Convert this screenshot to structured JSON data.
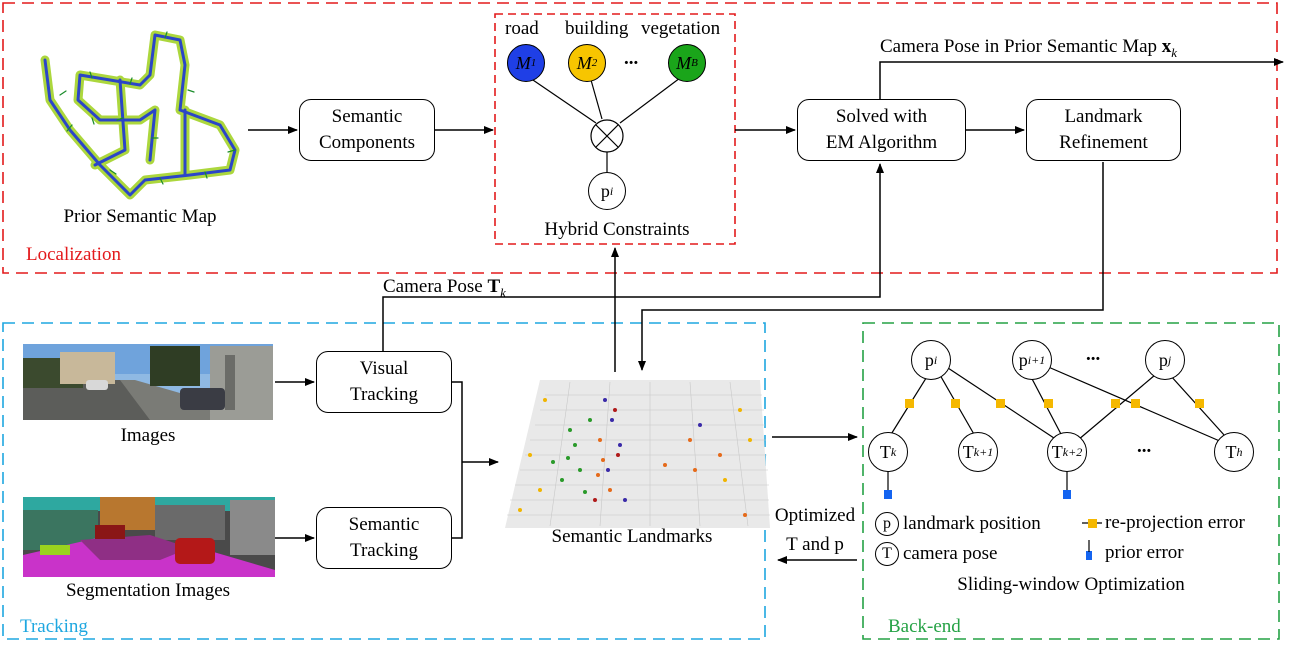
{
  "localization": {
    "title": "Localization",
    "prior_map_label": "Prior Semantic Map",
    "semantic_components": [
      "Semantic",
      "Components"
    ],
    "hybrid": {
      "categories": [
        "road",
        "building",
        "vegetation"
      ],
      "m1": "M",
      "m1_sub": "1",
      "m2": "M",
      "m2_sub": "2",
      "mb": "M",
      "mb_sub": "B",
      "dots": "...",
      "p": "p",
      "p_sub": "i",
      "label": "Hybrid Constraints"
    },
    "em": [
      "Solved with",
      "EM Algorithm"
    ],
    "refinement": [
      "Landmark",
      "Refinement"
    ],
    "camera_pose_prior": "Camera Pose in Prior Semantic Map",
    "camera_pose_prior_sym": "x",
    "camera_pose_prior_sub": "k",
    "colors": {
      "frame": "#e31a1c",
      "m1": "#1f3fe6",
      "m2": "#f7c500",
      "mb": "#1aa51a"
    }
  },
  "camera_pose_T": "Camera Pose",
  "camera_pose_T_sym": "T",
  "camera_pose_T_sub": "k",
  "tracking": {
    "title": "Tracking",
    "images_label": "Images",
    "seg_label": "Segmentation Images",
    "visual": [
      "Visual",
      "Tracking"
    ],
    "semantic": [
      "Semantic",
      "Tracking"
    ],
    "landmarks_label": "Semantic Landmarks",
    "optimized": [
      "Optimized",
      "T and p"
    ],
    "colors": {
      "frame": "#1ea7e0"
    }
  },
  "backend": {
    "title": "Back-end",
    "landmarks": [
      {
        "base": "p",
        "sub": "i"
      },
      {
        "base": "p",
        "sub": "i+1"
      },
      {
        "base": "p",
        "sub": "j"
      }
    ],
    "poses": [
      {
        "base": "T",
        "sub": "k"
      },
      {
        "base": "T",
        "sub": "k+1"
      },
      {
        "base": "T",
        "sub": "k+2"
      },
      {
        "base": "T",
        "sub": "h"
      }
    ],
    "dots": "...",
    "legend": {
      "landmark_symbol": "p",
      "landmark_label": "landmark position",
      "pose_symbol": "T",
      "pose_label": "camera pose",
      "reproj_label": "re-projection error",
      "prior_label": "prior error"
    },
    "caption": "Sliding-window Optimization",
    "colors": {
      "frame": "#25a245",
      "reproj": "#f5b800",
      "prior": "#1464f0"
    }
  }
}
